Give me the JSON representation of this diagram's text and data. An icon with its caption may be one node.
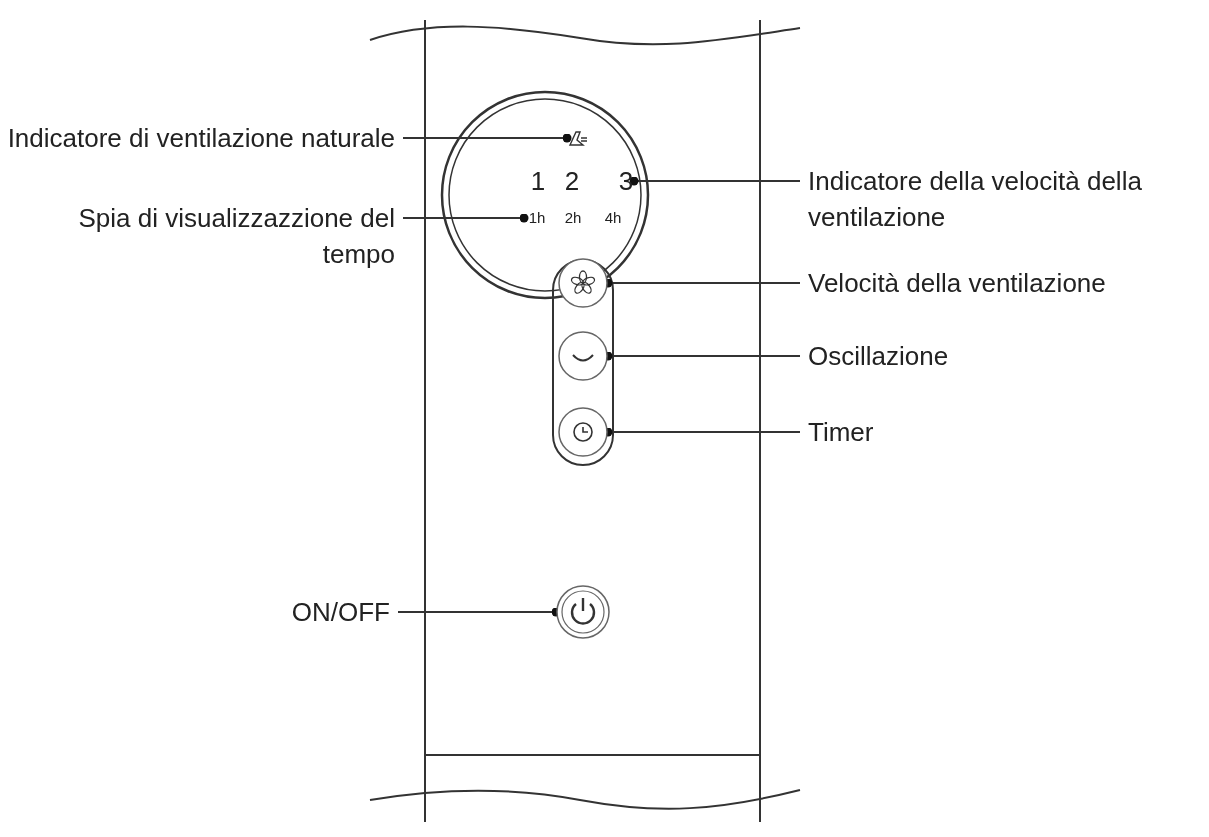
{
  "diagram": {
    "nodes": [
      {
        "text": [
          "Indicatore di ventilazione naturale"
        ]
      },
      {
        "text": [],
        "shape": "icon"
      },
      {
        "text": [
          "Spia di visualizzazzione del tempo"
        ]
      },
      {
        "text": [
          "1h"
        ]
      },
      {
        "text": [
          "Indicatore della velocità della ventilazione"
        ]
      },
      {
        "text": [
          "3"
        ]
      },
      {
        "text": [
          "Velocità della ventilazione"
        ]
      },
      {
        "text": [],
        "shape": "circle"
      },
      {
        "text": [
          "Oscillazione"
        ]
      },
      {
        "text": [],
        "shape": "circle"
      },
      {
        "text": [
          "Timer"
        ]
      },
      {
        "text": [],
        "shape": "circle"
      },
      {
        "text": [
          "ON/OFF"
        ]
      },
      {
        "text": [],
        "shape": "circle"
      }
    ],
    "edges": [
      {
        "from": 0,
        "to": 1,
        "arrow": "other"
      },
      {
        "from": 2,
        "to": 3,
        "arrow": "other"
      },
      {
        "from": 4,
        "to": 5,
        "arrow": "other"
      },
      {
        "from": 6,
        "to": 7,
        "arrow": "other"
      },
      {
        "from": 8,
        "to": 9,
        "arrow": "other"
      },
      {
        "from": 10,
        "to": 11,
        "arrow": "other"
      },
      {
        "from": 12,
        "to": 13,
        "arrow": "other"
      }
    ],
    "labels": [
      "1",
      "2",
      "2h",
      "4h"
    ]
  }
}
